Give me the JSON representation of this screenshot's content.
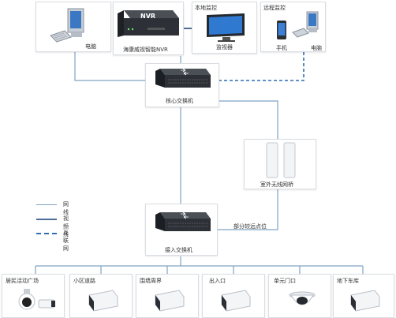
{
  "top": {
    "pc1_label": "电脑",
    "nvr_badge": "NVR",
    "nvr_label": "海康威视智能NVR",
    "local_header": "本地监控",
    "monitor_label": "监视器",
    "remote_header": "远程监控",
    "phone_label": "手机",
    "pc2_label": "电脑"
  },
  "core_switch_label": "核心交换机",
  "bridge_label": "室外无线网桥",
  "access_switch_label": "接入交换机",
  "link_note": "部分较远点位",
  "legend": {
    "network": "网线",
    "video": "视频线",
    "internet": "互联网"
  },
  "cameras": [
    {
      "label": "居民活动广场"
    },
    {
      "label": "小区道路"
    },
    {
      "label": "围墙周界"
    },
    {
      "label": "出入口"
    },
    {
      "label": "单元门口"
    },
    {
      "label": "地下车库"
    }
  ],
  "colors": {
    "line": "#7fa3c3",
    "video": "#4a6e96",
    "internet": "#2f6db4"
  }
}
